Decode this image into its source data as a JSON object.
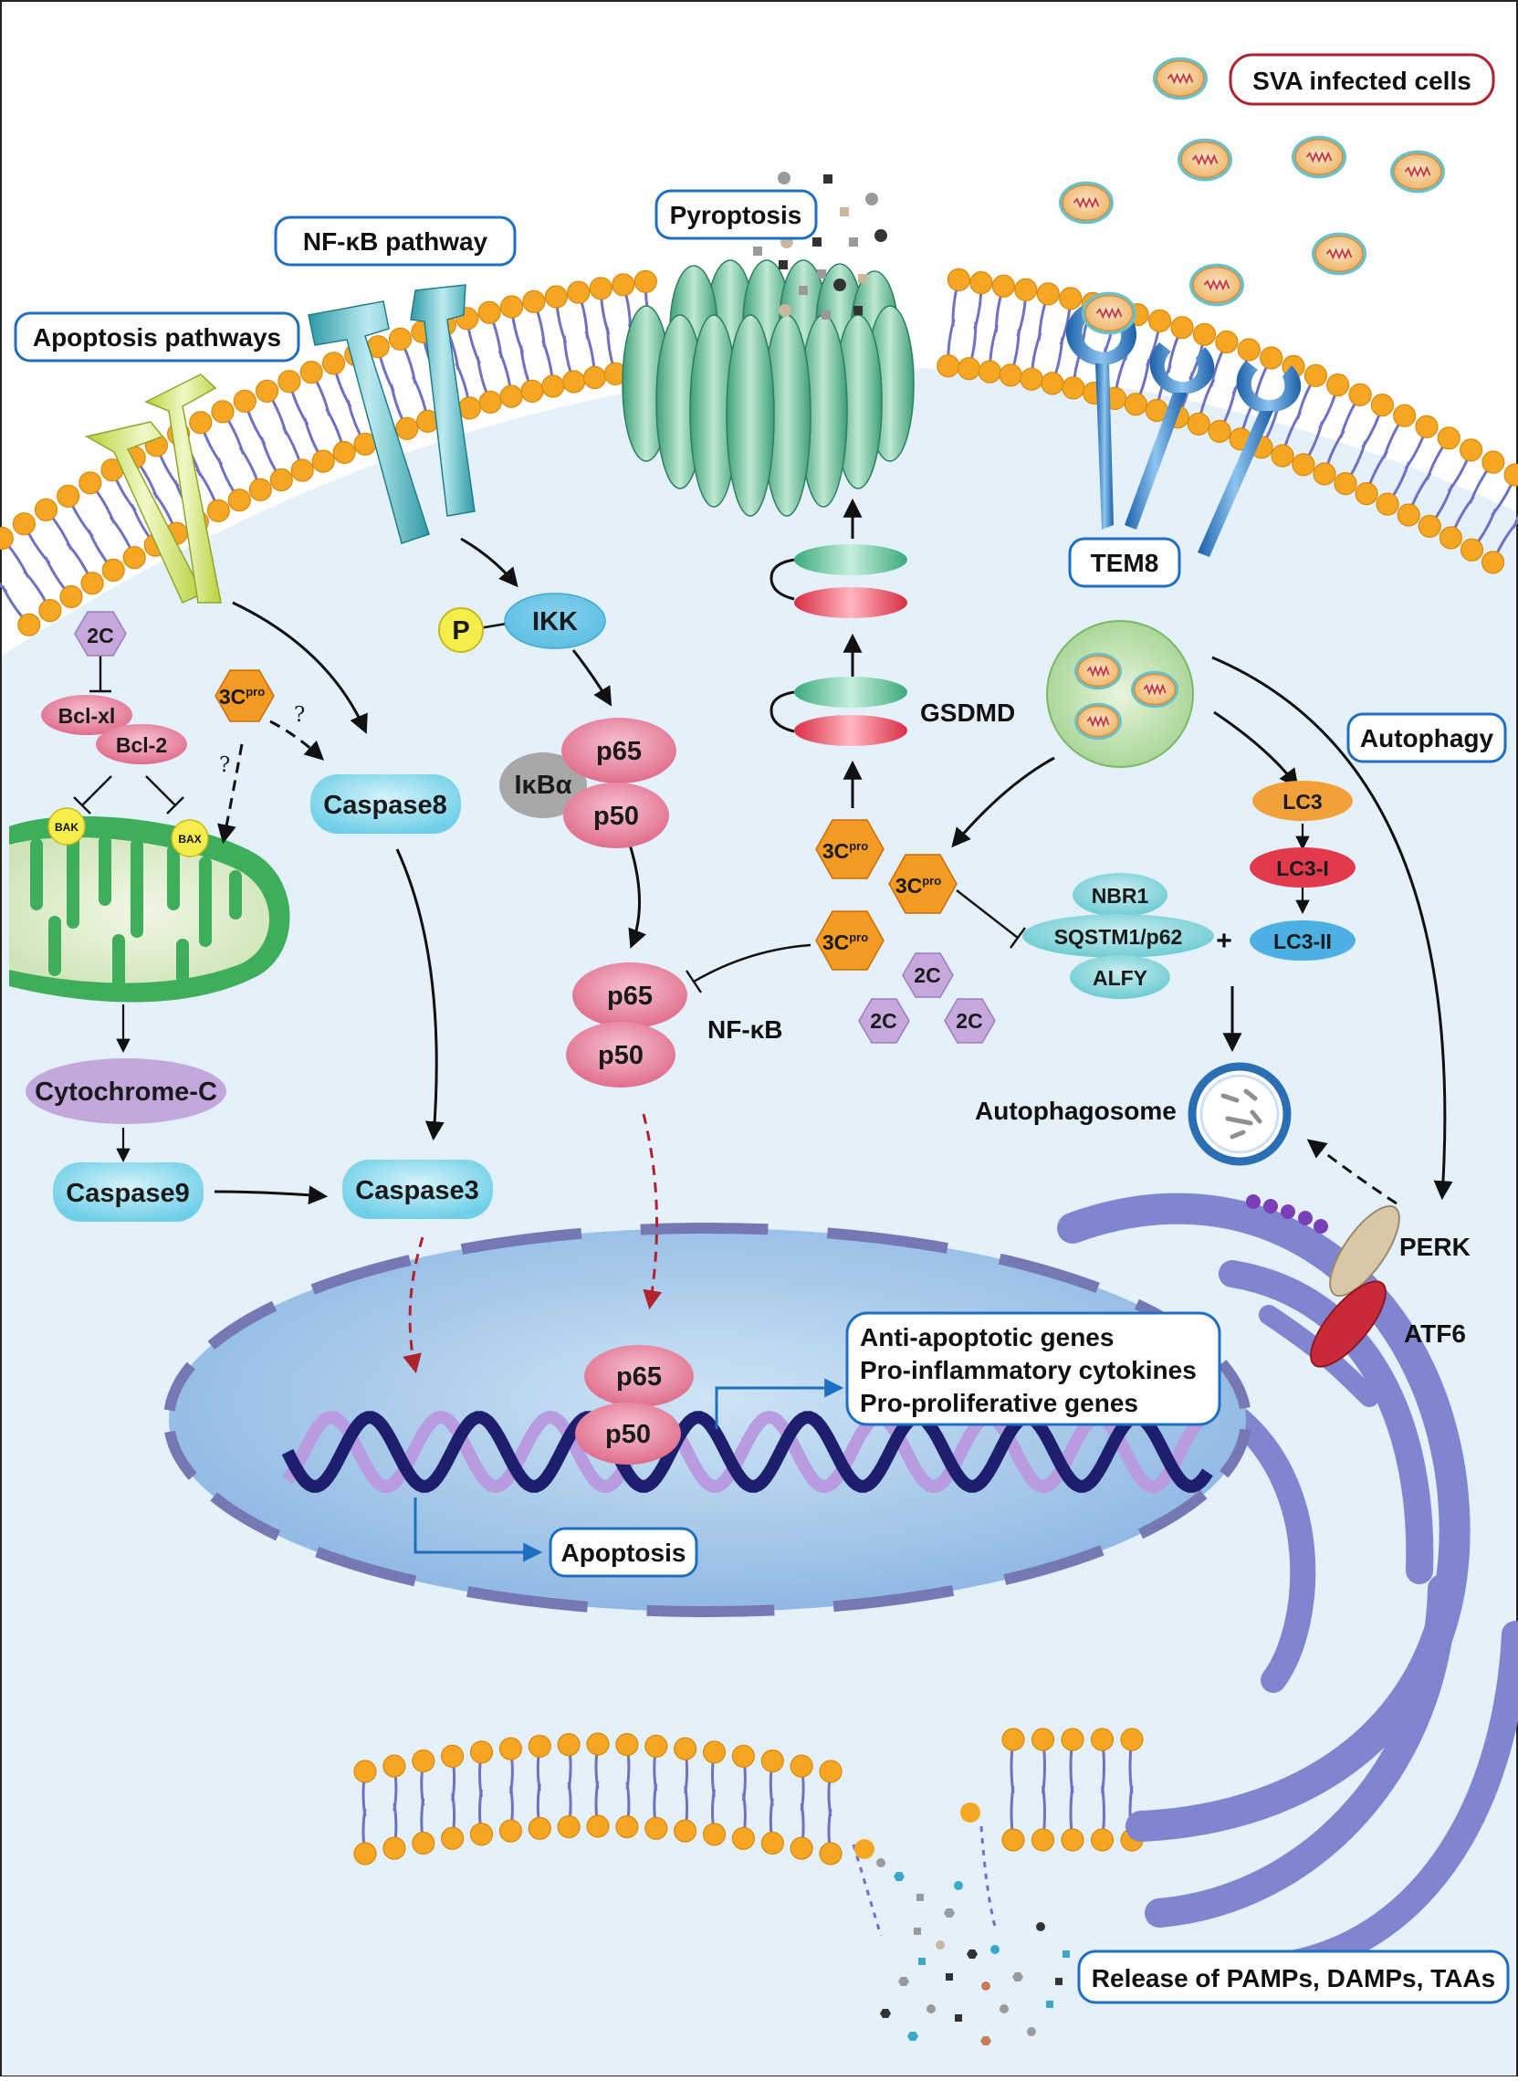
{
  "labels": {
    "sva_cells": "SVA infected cells",
    "pyroptosis": "Pyroptosis",
    "nfkb_pathway": "NF-κB pathway",
    "apoptosis_pathways": "Apoptosis pathways",
    "tem8": "TEM8",
    "autophagy": "Autophagy",
    "gsdmd": "GSDMD",
    "ikk": "IKK",
    "p": "P",
    "ikba": "IκBα",
    "p65": "p65",
    "p50": "p50",
    "nfkb": "NF-κB",
    "twoC": "2C",
    "bclxl": "Bcl-xl",
    "bcl2": "Bcl-2",
    "bak": "BAK",
    "bax": "BAX",
    "threeC": "3C",
    "pro": "pro",
    "question": "?",
    "caspase8": "Caspase8",
    "caspase9": "Caspase9",
    "caspase3": "Caspase3",
    "cytochrome_c": "Cytochrome-C",
    "lc3": "LC3",
    "lc3_i": "LC3-I",
    "lc3_ii": "LC3-II",
    "nbr1": "NBR1",
    "sqstm1": "SQSTM1/p62",
    "alfy": "ALFY",
    "plus": "+",
    "autophagosome": "Autophagosome",
    "perk": "PERK",
    "atf6": "ATF6",
    "gene_lines": [
      "Anti-apoptotic genes",
      "Pro-inflammatory cytokines",
      "Pro-proliferative genes"
    ],
    "apoptosis": "Apoptosis",
    "release": "Release of PAMPs, DAMPs, TAAs"
  },
  "colors": {
    "cytoplasm": "#e4f1fb",
    "nucleus": "#a9cbea",
    "membrane_head": "#f5a623",
    "membrane_tail": "#6f72c2",
    "caspase": "#8edcf0",
    "nfkb": "#ec7e99",
    "threeC": "#f29a22",
    "twoC": "#c7a8dd",
    "er": "#7f85cf",
    "box_border": "#1e6fc2",
    "red_border": "#b0232d"
  }
}
